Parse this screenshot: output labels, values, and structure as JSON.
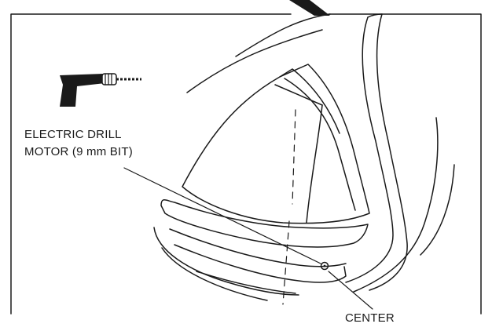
{
  "diagram": {
    "labels": {
      "drill_line1": "ELECTRIC DRILL",
      "drill_line2": "MOTOR (9 mm BIT)",
      "center": "CENTER"
    },
    "icons": [
      "electric-drill-icon"
    ],
    "colors": {
      "ink": "#1a1a1a",
      "background": "#ffffff"
    }
  }
}
